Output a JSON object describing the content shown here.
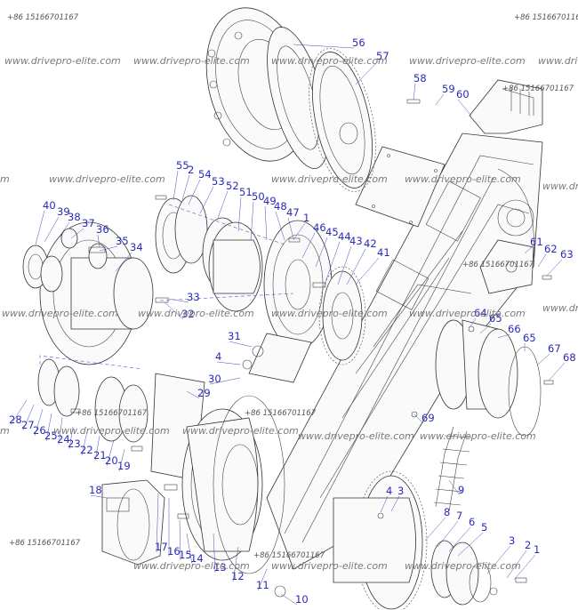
{
  "watermarks": {
    "phone": "+86 15166701167",
    "site": "www.drivepro-elite.com"
  },
  "callouts": [
    "1",
    "2",
    "3",
    "4",
    "5",
    "6",
    "7",
    "8",
    "9",
    "10",
    "11",
    "12",
    "13",
    "14",
    "15",
    "16",
    "17",
    "18",
    "19",
    "20",
    "21",
    "22",
    "23",
    "24",
    "25",
    "26",
    "27",
    "28",
    "29",
    "30",
    "31",
    "32",
    "33",
    "34",
    "35",
    "36",
    "37",
    "38",
    "39",
    "40",
    "41",
    "42",
    "43",
    "44",
    "45",
    "46",
    "47",
    "48",
    "49",
    "50",
    "51",
    "52",
    "53",
    "54",
    "55",
    "56",
    "57",
    "58",
    "59",
    "60",
    "61",
    "62",
    "63",
    "64",
    "65",
    "66",
    "67",
    "68",
    "69"
  ]
}
